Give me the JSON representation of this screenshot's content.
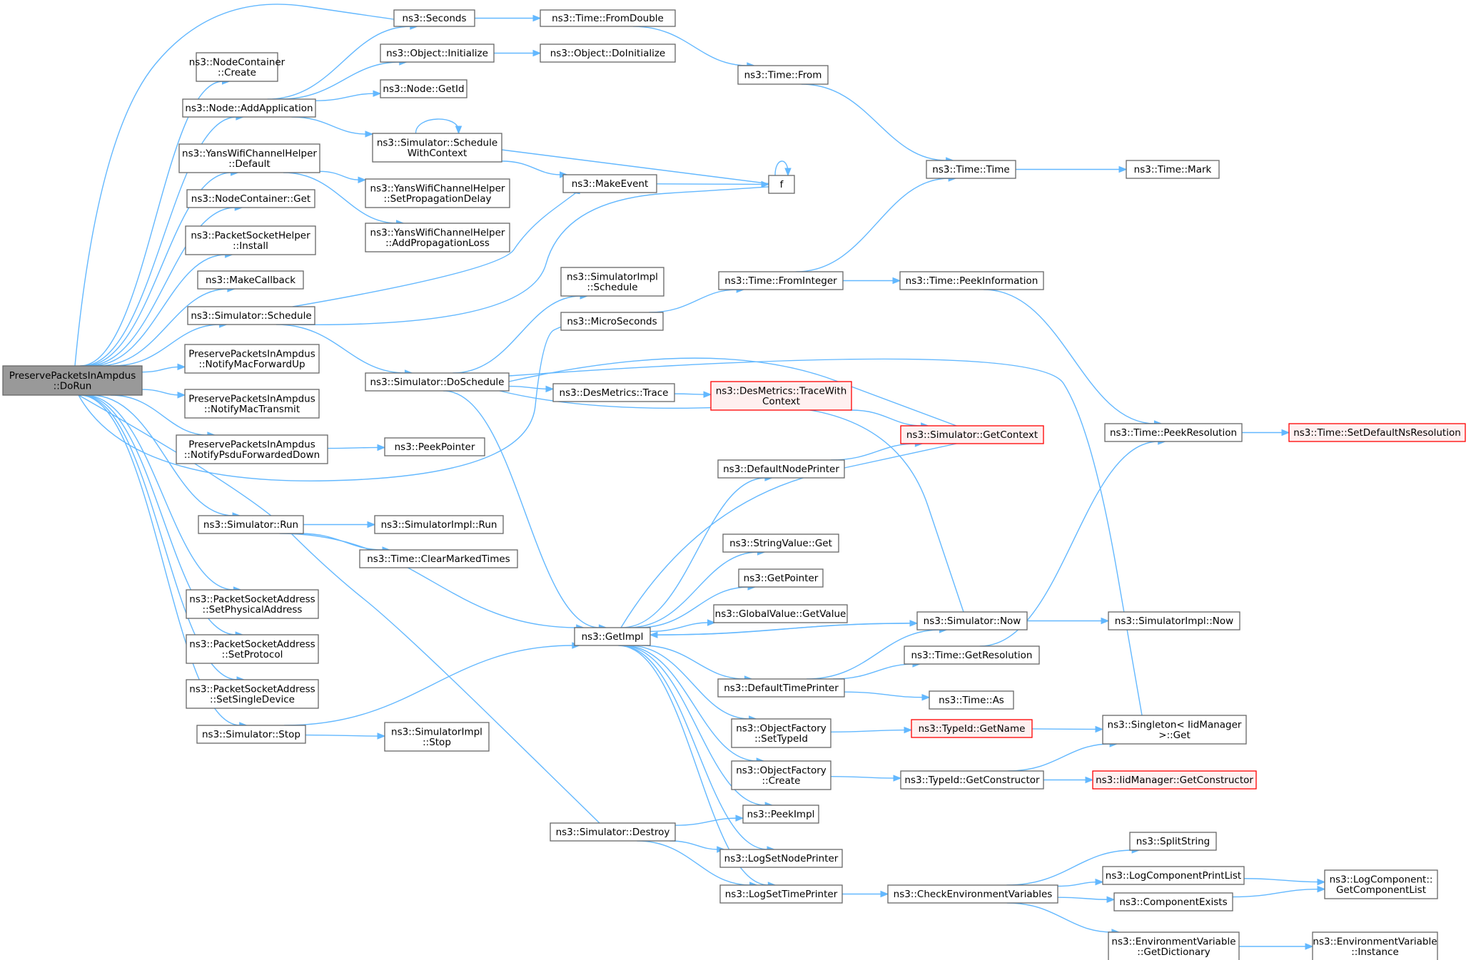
{
  "graph": {
    "nodes": [
      {
        "id": "root",
        "lines": [
          "PreservePacketsInAmpdus",
          "::DoRun"
        ],
        "style": "root"
      },
      {
        "id": "seconds",
        "lines": [
          "ns3::Seconds"
        ]
      },
      {
        "id": "fromdouble",
        "lines": [
          "ns3::Time::FromDouble"
        ]
      },
      {
        "id": "objinit",
        "lines": [
          "ns3::Object::Initialize"
        ]
      },
      {
        "id": "objdoinit",
        "lines": [
          "ns3::Object::DoInitialize"
        ]
      },
      {
        "id": "timefrom",
        "lines": [
          "ns3::Time::From"
        ]
      },
      {
        "id": "nccreate",
        "lines": [
          "ns3::NodeContainer",
          "::Create"
        ]
      },
      {
        "id": "nodegetid",
        "lines": [
          "ns3::Node::GetId"
        ]
      },
      {
        "id": "addapp",
        "lines": [
          "ns3::Node::AddApplication"
        ]
      },
      {
        "id": "schedctx",
        "lines": [
          "ns3::Simulator::Schedule",
          "WithContext"
        ]
      },
      {
        "id": "ywchdefault",
        "lines": [
          "ns3::YansWifiChannelHelper",
          "::Default"
        ]
      },
      {
        "id": "ywchsetprop",
        "lines": [
          "ns3::YansWifiChannelHelper",
          "::SetPropagationDelay"
        ]
      },
      {
        "id": "ncget",
        "lines": [
          "ns3::NodeContainer::Get"
        ]
      },
      {
        "id": "makeevent",
        "lines": [
          "ns3::MakeEvent"
        ]
      },
      {
        "id": "f",
        "lines": [
          "f"
        ]
      },
      {
        "id": "timetime",
        "lines": [
          "ns3::Time::Time"
        ]
      },
      {
        "id": "timemark",
        "lines": [
          "ns3::Time::Mark"
        ]
      },
      {
        "id": "ywchaddloss",
        "lines": [
          "ns3::YansWifiChannelHelper",
          "::AddPropagationLoss"
        ]
      },
      {
        "id": "pshinstall",
        "lines": [
          "ns3::PacketSocketHelper",
          "::Install"
        ]
      },
      {
        "id": "makecallback",
        "lines": [
          "ns3::MakeCallback"
        ]
      },
      {
        "id": "simimplsched",
        "lines": [
          "ns3::SimulatorImpl",
          "::Schedule"
        ]
      },
      {
        "id": "fromint",
        "lines": [
          "ns3::Time::FromInteger"
        ]
      },
      {
        "id": "peekinfo",
        "lines": [
          "ns3::Time::PeekInformation"
        ]
      },
      {
        "id": "simschedule",
        "lines": [
          "ns3::Simulator::Schedule"
        ]
      },
      {
        "id": "microsec",
        "lines": [
          "ns3::MicroSeconds"
        ]
      },
      {
        "id": "notifyfwdup",
        "lines": [
          "PreservePacketsInAmpdus",
          "::NotifyMacForwardUp"
        ]
      },
      {
        "id": "doschedule",
        "lines": [
          "ns3::Simulator::DoSchedule"
        ]
      },
      {
        "id": "destrace",
        "lines": [
          "ns3::DesMetrics::Trace"
        ]
      },
      {
        "id": "destracectx",
        "lines": [
          "ns3::DesMetrics::TraceWith",
          "Context"
        ],
        "style": "trunc"
      },
      {
        "id": "notifytx",
        "lines": [
          "PreservePacketsInAmpdus",
          "::NotifyMacTransmit"
        ]
      },
      {
        "id": "getcontext",
        "lines": [
          "ns3::Simulator::GetContext"
        ],
        "style": "trunc"
      },
      {
        "id": "peekres",
        "lines": [
          "ns3::Time::PeekResolution"
        ]
      },
      {
        "id": "setdefres",
        "lines": [
          "ns3::Time::SetDefaultNsResolution"
        ],
        "style": "trunc"
      },
      {
        "id": "notifypsdu",
        "lines": [
          "PreservePacketsInAmpdus",
          "::NotifyPsduForwardedDown"
        ]
      },
      {
        "id": "peekptr",
        "lines": [
          "ns3::PeekPointer"
        ]
      },
      {
        "id": "defnodeprinter",
        "lines": [
          "ns3::DefaultNodePrinter"
        ]
      },
      {
        "id": "simrun",
        "lines": [
          "ns3::Simulator::Run"
        ]
      },
      {
        "id": "simimplrun",
        "lines": [
          "ns3::SimulatorImpl::Run"
        ]
      },
      {
        "id": "clearmarked",
        "lines": [
          "ns3::Time::ClearMarkedTimes"
        ]
      },
      {
        "id": "strvalget",
        "lines": [
          "ns3::StringValue::Get"
        ]
      },
      {
        "id": "getpointer",
        "lines": [
          "ns3::GetPointer"
        ]
      },
      {
        "id": "psasetphys",
        "lines": [
          "ns3::PacketSocketAddress",
          "::SetPhysicalAddress"
        ]
      },
      {
        "id": "gvgetvalue",
        "lines": [
          "ns3::GlobalValue::GetValue"
        ]
      },
      {
        "id": "simnow",
        "lines": [
          "ns3::Simulator::Now"
        ]
      },
      {
        "id": "simimplnow",
        "lines": [
          "ns3::SimulatorImpl::Now"
        ]
      },
      {
        "id": "getimpl",
        "lines": [
          "ns3::GetImpl"
        ]
      },
      {
        "id": "psasetproto",
        "lines": [
          "ns3::PacketSocketAddress",
          "::SetProtocol"
        ]
      },
      {
        "id": "getres",
        "lines": [
          "ns3::Time::GetResolution"
        ]
      },
      {
        "id": "deftimeprinter",
        "lines": [
          "ns3::DefaultTimePrinter"
        ]
      },
      {
        "id": "psasetsingle",
        "lines": [
          "ns3::PacketSocketAddress",
          "::SetSingleDevice"
        ]
      },
      {
        "id": "timeas",
        "lines": [
          "ns3::Time::As"
        ]
      },
      {
        "id": "ofsettypeid",
        "lines": [
          "ns3::ObjectFactory",
          "::SetTypeId"
        ]
      },
      {
        "id": "typeidgetname",
        "lines": [
          "ns3::TypeId::GetName"
        ],
        "style": "trunc"
      },
      {
        "id": "singletonget",
        "lines": [
          "ns3::Singleton< IidManager",
          ">::Get"
        ]
      },
      {
        "id": "simstop",
        "lines": [
          "ns3::Simulator::Stop"
        ]
      },
      {
        "id": "simimplstop",
        "lines": [
          "ns3::SimulatorImpl",
          "::Stop"
        ]
      },
      {
        "id": "ofcreate",
        "lines": [
          "ns3::ObjectFactory",
          "::Create"
        ]
      },
      {
        "id": "typeidgetctor",
        "lines": [
          "ns3::TypeId::GetConstructor"
        ]
      },
      {
        "id": "iidgetctor",
        "lines": [
          "ns3::IidManager::GetConstructor"
        ],
        "style": "trunc"
      },
      {
        "id": "peekimpl",
        "lines": [
          "ns3::PeekImpl"
        ]
      },
      {
        "id": "simdestroy",
        "lines": [
          "ns3::Simulator::Destroy"
        ]
      },
      {
        "id": "splitstring",
        "lines": [
          "ns3::SplitString"
        ]
      },
      {
        "id": "logsetnode",
        "lines": [
          "ns3::LogSetNodePrinter"
        ]
      },
      {
        "id": "lcprintlist",
        "lines": [
          "ns3::LogComponentPrintList"
        ]
      },
      {
        "id": "lcgetlist",
        "lines": [
          "ns3::LogComponent::",
          "GetComponentList"
        ]
      },
      {
        "id": "logsettime",
        "lines": [
          "ns3::LogSetTimePrinter"
        ]
      },
      {
        "id": "checkenv",
        "lines": [
          "ns3::CheckEnvironmentVariables"
        ]
      },
      {
        "id": "compexists",
        "lines": [
          "ns3::ComponentExists"
        ]
      },
      {
        "id": "envgetdict",
        "lines": [
          "ns3::EnvironmentVariable",
          "::GetDictionary"
        ]
      },
      {
        "id": "envinstance",
        "lines": [
          "ns3::EnvironmentVariable",
          "::Instance"
        ]
      }
    ],
    "edges": [
      [
        "root",
        "seconds"
      ],
      [
        "root",
        "nccreate"
      ],
      [
        "root",
        "addapp"
      ],
      [
        "root",
        "ywchdefault"
      ],
      [
        "root",
        "ncget"
      ],
      [
        "root",
        "pshinstall"
      ],
      [
        "root",
        "makecallback"
      ],
      [
        "root",
        "simschedule"
      ],
      [
        "root",
        "notifyfwdup"
      ],
      [
        "root",
        "notifytx"
      ],
      [
        "root",
        "notifypsdu"
      ],
      [
        "root",
        "microsec"
      ],
      [
        "root",
        "simrun"
      ],
      [
        "root",
        "simdestroy"
      ],
      [
        "root",
        "psasetphys"
      ],
      [
        "root",
        "psasetproto"
      ],
      [
        "root",
        "psasetsingle"
      ],
      [
        "root",
        "simstop"
      ],
      [
        "seconds",
        "fromdouble"
      ],
      [
        "fromdouble",
        "timefrom"
      ],
      [
        "timefrom",
        "timetime"
      ],
      [
        "timetime",
        "timemark"
      ],
      [
        "objinit",
        "objdoinit"
      ],
      [
        "addapp",
        "seconds"
      ],
      [
        "addapp",
        "objinit"
      ],
      [
        "addapp",
        "nodegetid"
      ],
      [
        "addapp",
        "schedctx"
      ],
      [
        "schedctx",
        "schedctx"
      ],
      [
        "schedctx",
        "makeevent"
      ],
      [
        "schedctx",
        "f"
      ],
      [
        "ywchdefault",
        "ywchsetprop"
      ],
      [
        "ywchdefault",
        "ywchaddloss"
      ],
      [
        "makeevent",
        "f"
      ],
      [
        "f",
        "f"
      ],
      [
        "simschedule",
        "makeevent"
      ],
      [
        "simschedule",
        "f"
      ],
      [
        "simschedule",
        "doschedule"
      ],
      [
        "doschedule",
        "simimplsched"
      ],
      [
        "doschedule",
        "destrace"
      ],
      [
        "doschedule",
        "getcontext"
      ],
      [
        "doschedule",
        "simnow"
      ],
      [
        "doschedule",
        "getimpl"
      ],
      [
        "doschedule",
        "singletonget"
      ],
      [
        "microsec",
        "fromint"
      ],
      [
        "fromint",
        "timetime"
      ],
      [
        "fromint",
        "peekinfo"
      ],
      [
        "peekinfo",
        "peekres"
      ],
      [
        "peekres",
        "setdefres"
      ],
      [
        "destrace",
        "destracectx"
      ],
      [
        "destracectx",
        "getcontext"
      ],
      [
        "notifypsdu",
        "peekptr"
      ],
      [
        "simrun",
        "simimplrun"
      ],
      [
        "simrun",
        "clearmarked"
      ],
      [
        "simrun",
        "getimpl"
      ],
      [
        "getimpl",
        "defnodeprinter"
      ],
      [
        "getimpl",
        "getcontext"
      ],
      [
        "getimpl",
        "strvalget"
      ],
      [
        "getimpl",
        "getpointer"
      ],
      [
        "getimpl",
        "gvgetvalue"
      ],
      [
        "getimpl",
        "simnow"
      ],
      [
        "getimpl",
        "deftimeprinter"
      ],
      [
        "getimpl",
        "ofsettypeid"
      ],
      [
        "getimpl",
        "ofcreate"
      ],
      [
        "getimpl",
        "peekimpl"
      ],
      [
        "getimpl",
        "logsetnode"
      ],
      [
        "getimpl",
        "logsettime"
      ],
      [
        "defnodeprinter",
        "getcontext"
      ],
      [
        "simnow",
        "getimpl"
      ],
      [
        "simnow",
        "simimplnow"
      ],
      [
        "deftimeprinter",
        "simnow"
      ],
      [
        "deftimeprinter",
        "getres"
      ],
      [
        "deftimeprinter",
        "timeas"
      ],
      [
        "getres",
        "peekres"
      ],
      [
        "ofsettypeid",
        "typeidgetname"
      ],
      [
        "typeidgetname",
        "singletonget"
      ],
      [
        "ofcreate",
        "typeidgetctor"
      ],
      [
        "typeidgetctor",
        "singletonget"
      ],
      [
        "typeidgetctor",
        "iidgetctor"
      ],
      [
        "simstop",
        "getimpl"
      ],
      [
        "simstop",
        "simimplstop"
      ],
      [
        "simdestroy",
        "peekimpl"
      ],
      [
        "simdestroy",
        "logsetnode"
      ],
      [
        "simdestroy",
        "logsettime"
      ],
      [
        "logsettime",
        "checkenv"
      ],
      [
        "checkenv",
        "splitstring"
      ],
      [
        "checkenv",
        "lcprintlist"
      ],
      [
        "checkenv",
        "compexists"
      ],
      [
        "checkenv",
        "envgetdict"
      ],
      [
        "lcprintlist",
        "lcgetlist"
      ],
      [
        "compexists",
        "lcgetlist"
      ],
      [
        "envgetdict",
        "envinstance"
      ]
    ]
  }
}
